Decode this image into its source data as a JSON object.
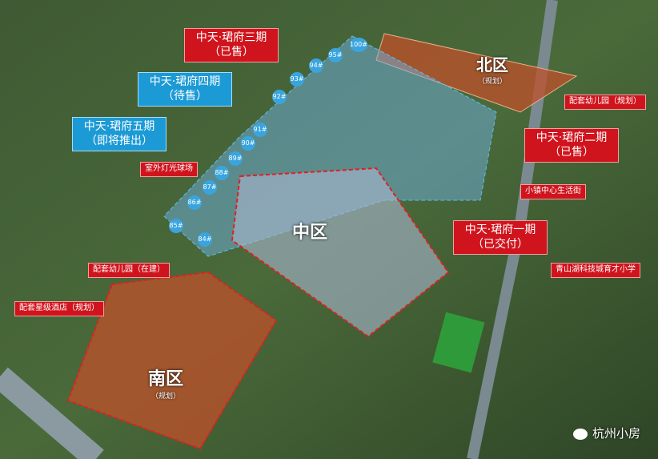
{
  "labels": {
    "phase3": {
      "name": "中天·珺府三期",
      "status": "（已售）"
    },
    "phase4": {
      "name": "中天·珺府四期",
      "status": "（待售）"
    },
    "phase5": {
      "name": "中天·珺府五期",
      "status": "（即将推出）"
    },
    "phase2": {
      "name": "中天·珺府二期",
      "status": "（已售）"
    },
    "phase1": {
      "name": "中天·珺府一期",
      "status": "（已交付）"
    },
    "court": "室外灯光球场",
    "kindergarten_north": "配套幼儿园（规划）",
    "town_street": "小镇中心生活街",
    "school": "青山湖科技城育才小学",
    "kindergarten_south": "配套幼儿园（在建）",
    "hotel": "配套星级酒店（规划）"
  },
  "zones": {
    "north": {
      "name": "北区",
      "status": "（规划）"
    },
    "middle": {
      "name": "中区"
    },
    "south": {
      "name": "南区",
      "status": "（规划）"
    }
  },
  "buildings": [
    "84#",
    "85#",
    "86#",
    "87#",
    "88#",
    "89#",
    "90#",
    "91#",
    "92#",
    "93#",
    "94#",
    "95#",
    "100#"
  ],
  "watermark": "杭州小房",
  "colors": {
    "sold_red": "#d0141d",
    "sale_blue": "#1c9ad6",
    "planned_orange": "#c0502a"
  }
}
